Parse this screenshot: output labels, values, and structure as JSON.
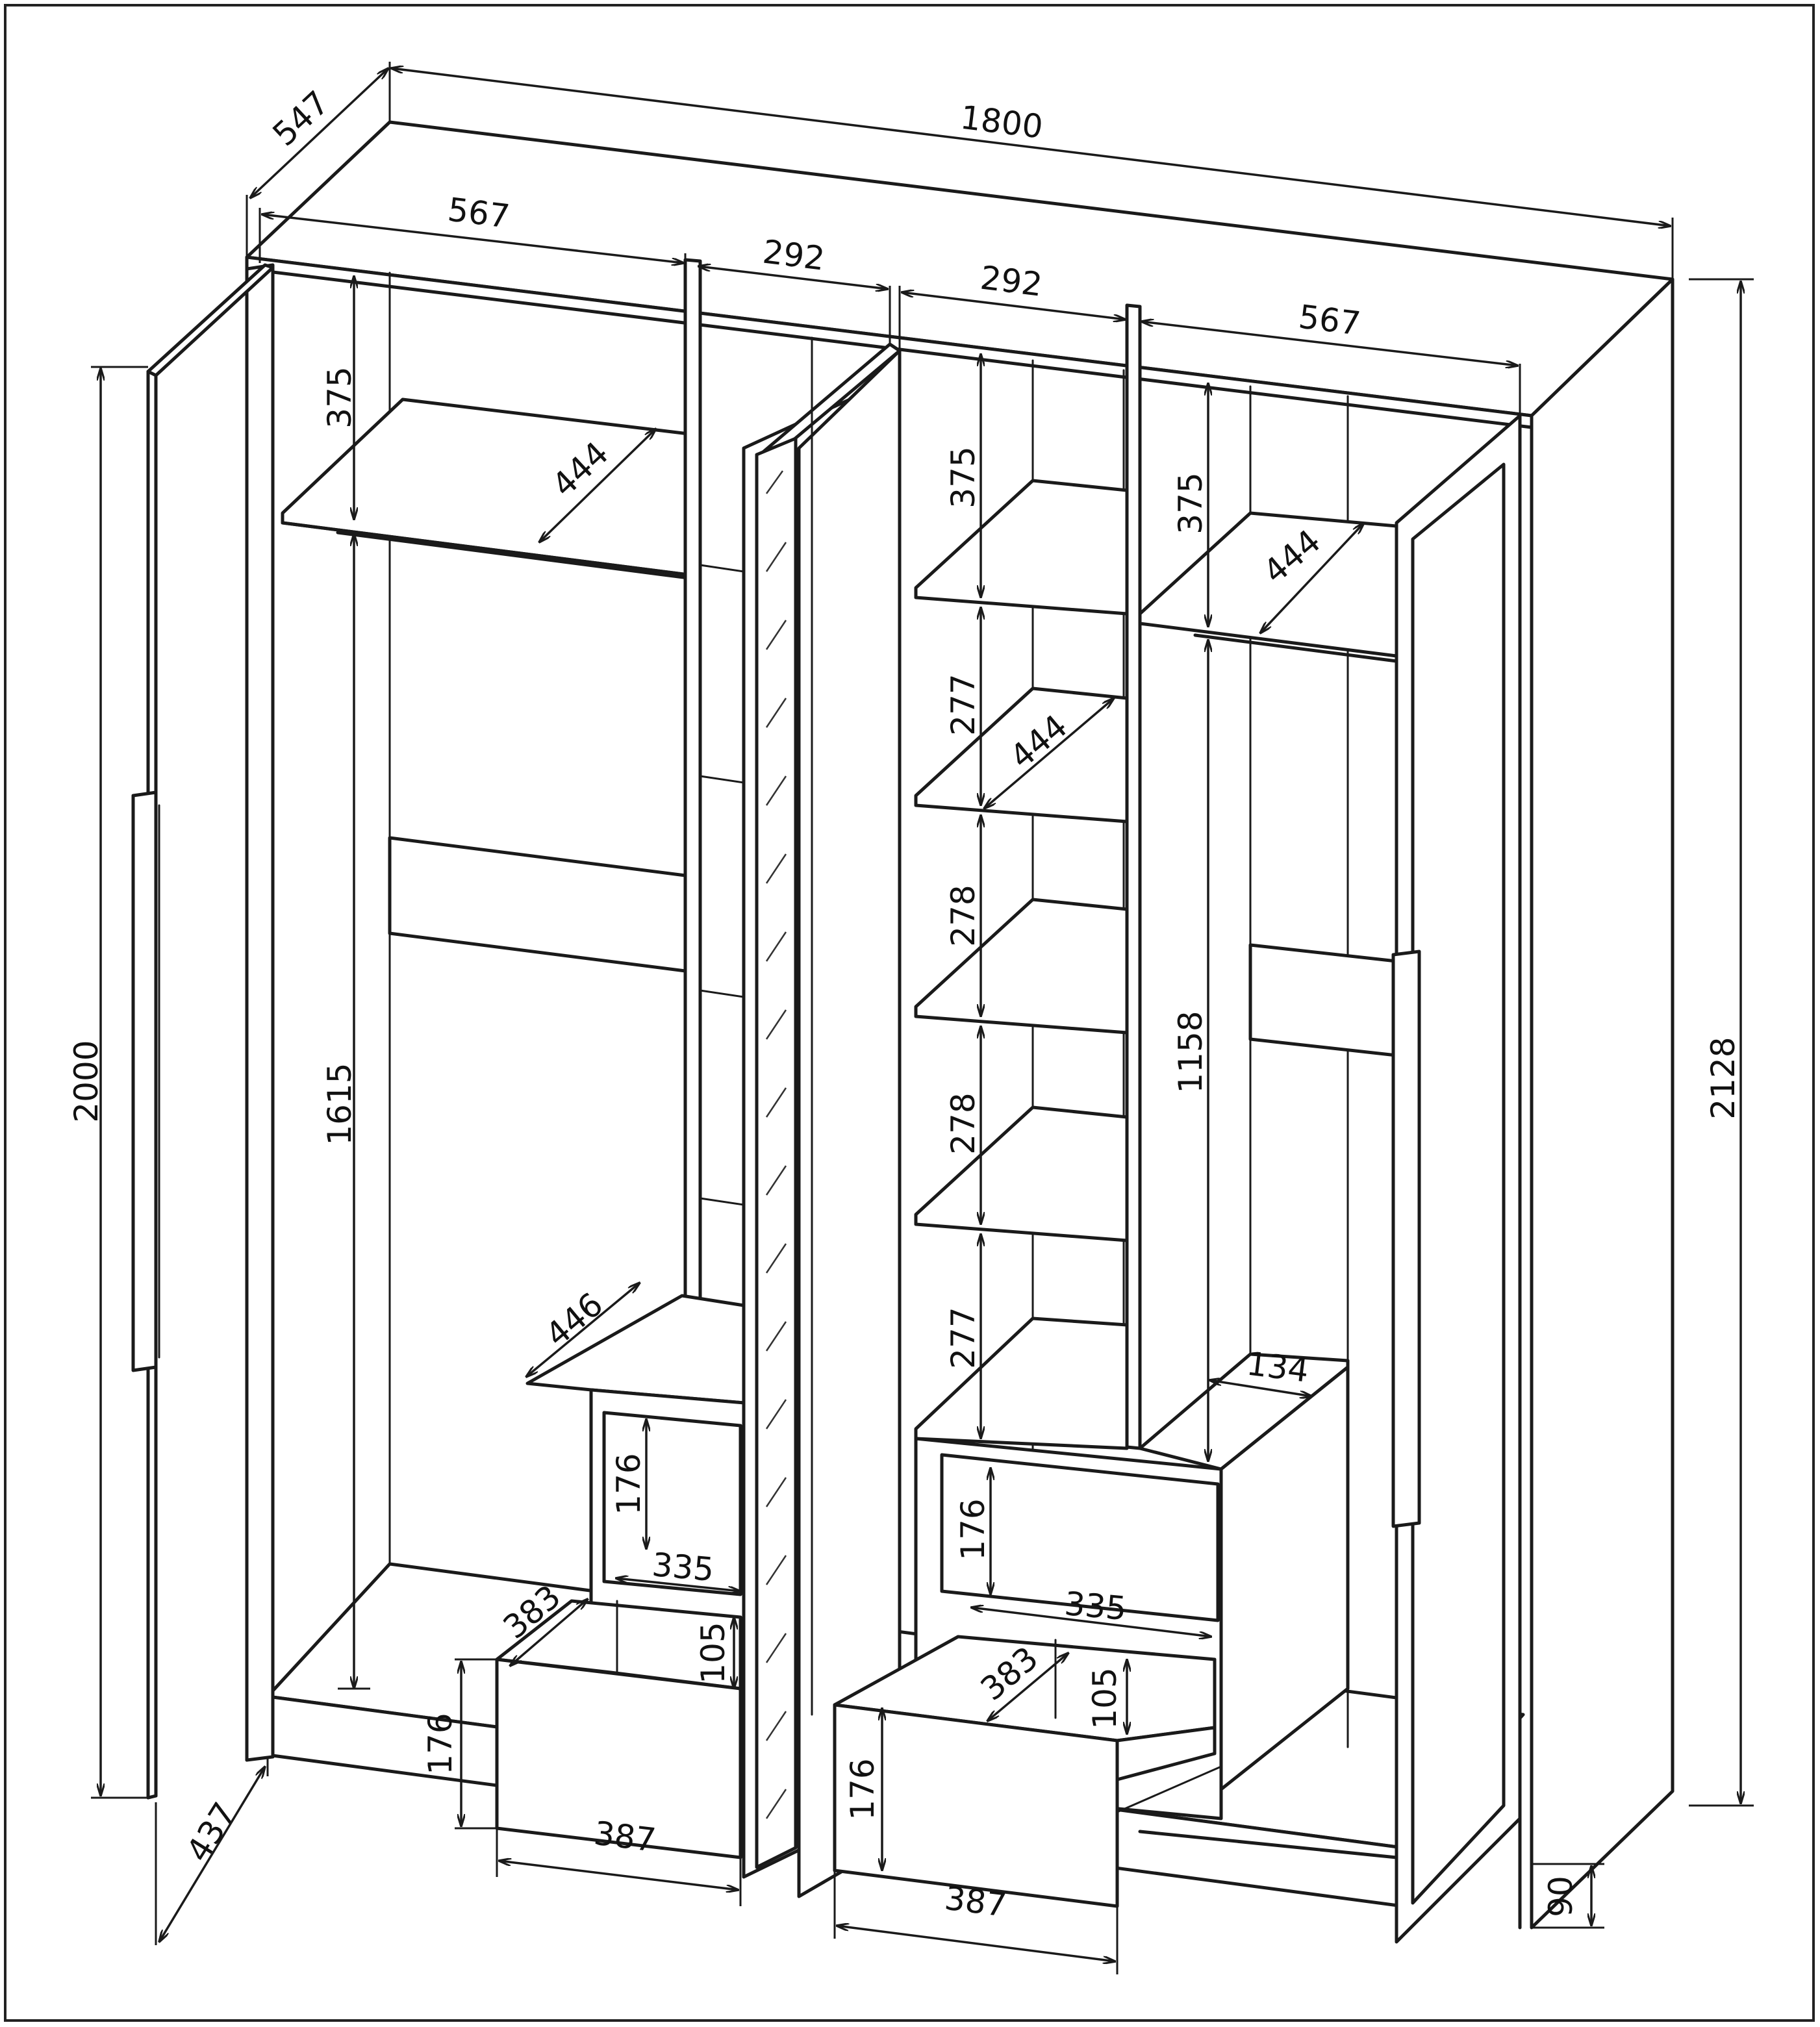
{
  "figure": {
    "background": "#ffffff",
    "line_color": "#1a1a1a",
    "dimensions": {
      "overall_width": "1800",
      "overall_depth": "547",
      "overall_height": "2128",
      "door_height": "2000",
      "plinth_height": "90",
      "left_section_width": "567",
      "center_left_width": "292",
      "center_right_width": "292",
      "right_section_width": "567",
      "left_top_shelf_height": "375",
      "left_shelf_depth": "444",
      "left_hanging_height": "1615",
      "left_drawer_block_depth": "446",
      "left_drawer_front_height": "176",
      "left_drawer_inner_width": "335",
      "left_drawer_depth": "383",
      "left_drawer_inner_height": "105",
      "left_drawer_bottom_height": "176",
      "left_drawer_width": "387",
      "left_door_depth": "437",
      "center_shelf_1": "375",
      "center_shelf_2": "277",
      "center_shelf_depth": "444",
      "center_shelf_3": "278",
      "center_shelf_4": "278",
      "center_shelf_5": "277",
      "right_top_shelf_height": "375",
      "right_shelf_depth": "444",
      "right_hanging_height": "1158",
      "right_block_depth": "134",
      "right_drawer_front_height": "176",
      "right_drawer_inner_width": "335",
      "right_drawer_depth": "383",
      "right_drawer_inner_height": "105",
      "right_drawer_bottom_height": "176",
      "right_drawer_width": "387"
    }
  }
}
